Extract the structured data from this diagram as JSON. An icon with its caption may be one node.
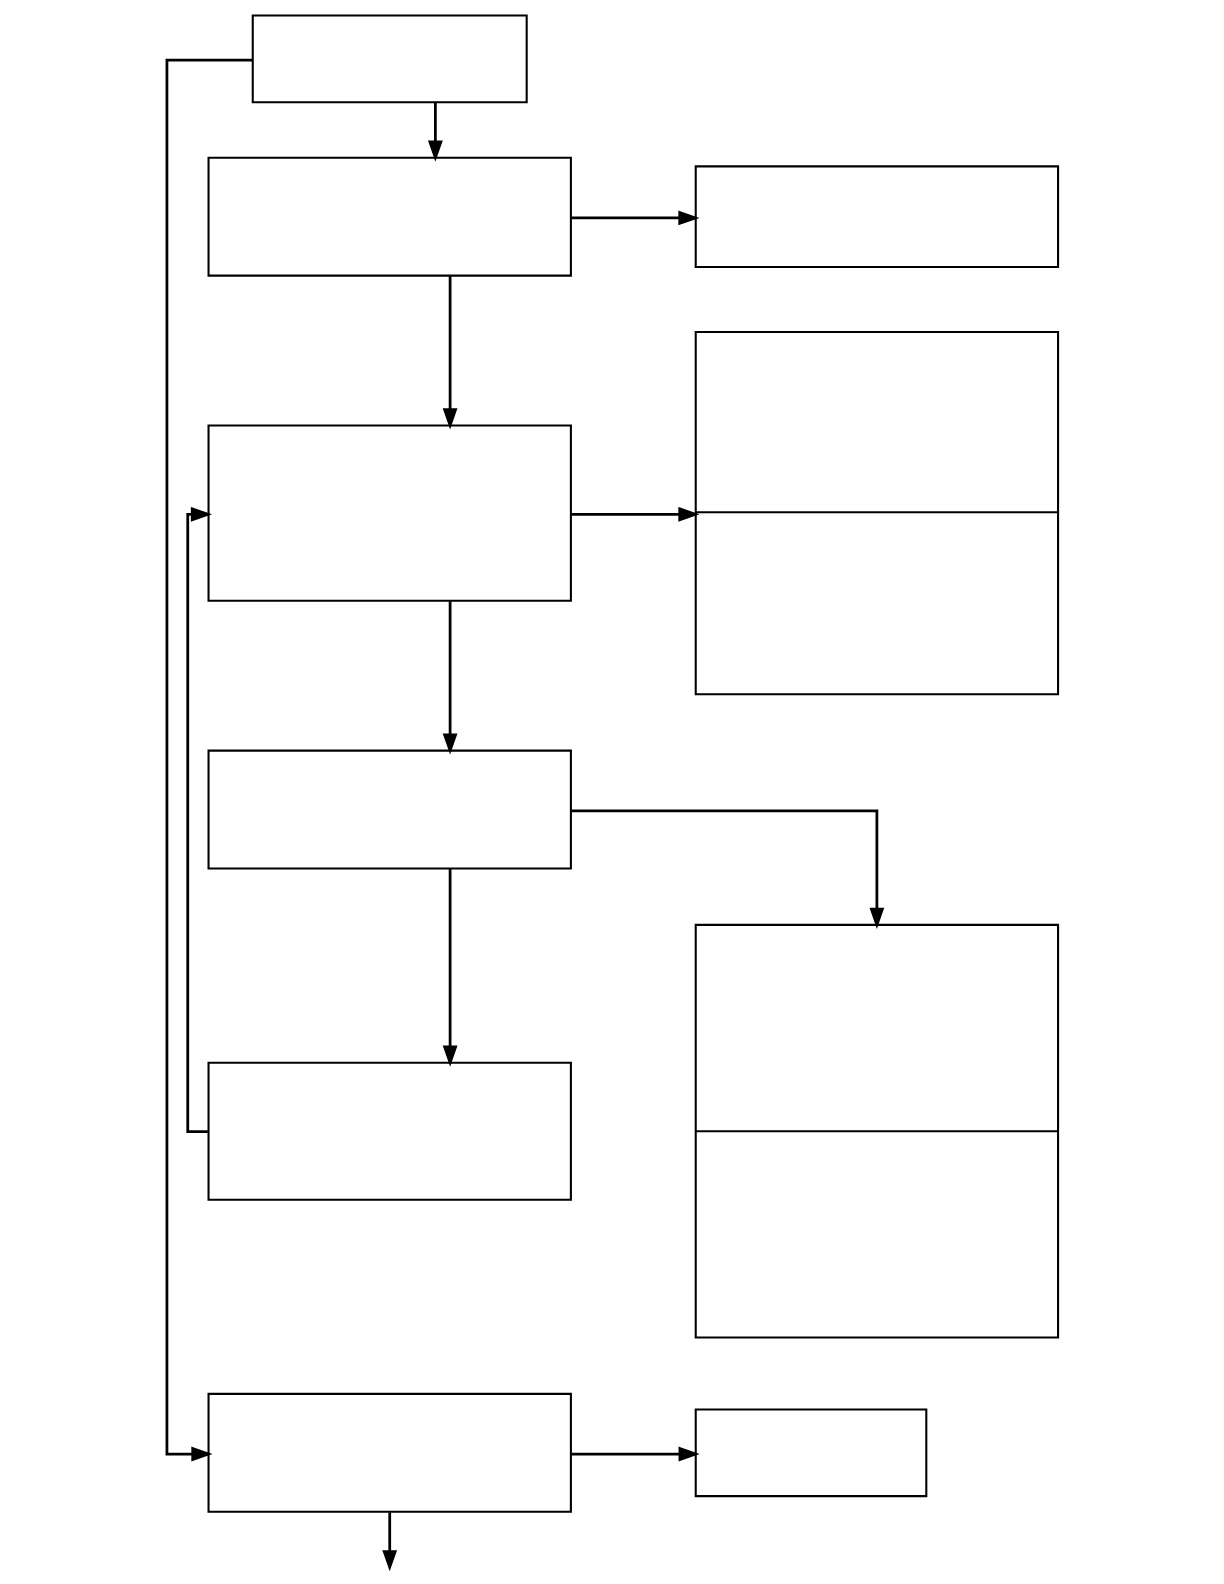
{
  "diagram": {
    "nodes": [
      {
        "text": [],
        "shape": "box"
      },
      {
        "text": [],
        "shape": "box"
      },
      {
        "text": [],
        "shape": "box"
      },
      {
        "text": [],
        "shape": "box"
      },
      {
        "text": [],
        "shape": "box"
      },
      {
        "text": [],
        "shape": "box"
      },
      {
        "text": [],
        "shape": "box"
      },
      {
        "text": [],
        "shape": "box"
      },
      {
        "text": [],
        "shape": "box"
      },
      {
        "text": [],
        "shape": "box"
      }
    ],
    "edges": [
      {
        "from": 0,
        "to": 1,
        "arrow": "to"
      },
      {
        "from": 1,
        "to": 2,
        "arrow": "to"
      },
      {
        "from": 1,
        "to": 3,
        "arrow": "to"
      },
      {
        "from": 3,
        "to": 4,
        "arrow": "to"
      },
      {
        "from": 3,
        "to": 5,
        "arrow": "to"
      },
      {
        "from": 5,
        "to": 6,
        "arrow": "to"
      },
      {
        "from": 6,
        "to": 3,
        "arrow": "to"
      },
      {
        "from": 5,
        "to": 7,
        "arrow": "to"
      },
      {
        "from": 0,
        "to": 8,
        "arrow": "to"
      },
      {
        "from": 8,
        "to": 9,
        "arrow": "to"
      },
      {
        "from": 8,
        "to": null,
        "arrow": "to"
      }
    ]
  }
}
